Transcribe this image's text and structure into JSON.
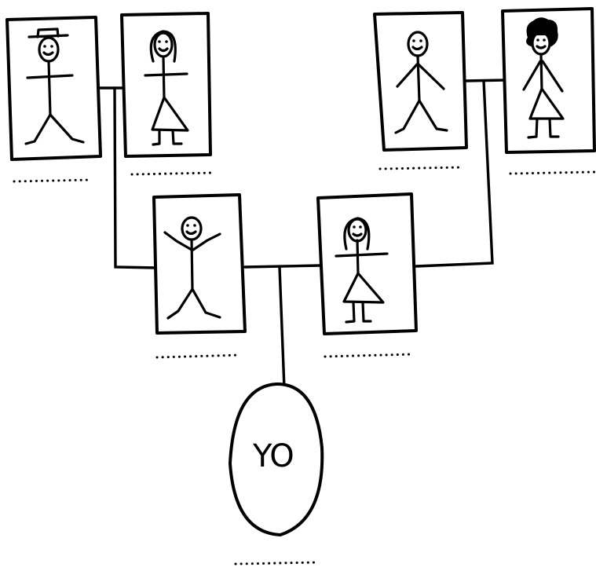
{
  "family_tree": {
    "self_label": "YO",
    "name_placeholder": "..........",
    "grandparents_paternal": [
      {
        "role": "grandfather",
        "figure": "man-with-hat"
      },
      {
        "role": "grandmother",
        "figure": "woman-in-dress"
      }
    ],
    "grandparents_maternal": [
      {
        "role": "grandfather",
        "figure": "man"
      },
      {
        "role": "grandmother",
        "figure": "woman-curly-hair"
      }
    ],
    "parents": [
      {
        "role": "father",
        "figure": "man-arms-raised"
      },
      {
        "role": "mother",
        "figure": "woman-in-dress"
      }
    ],
    "ink_color": "#000000",
    "paper_color": "#ffffff"
  }
}
